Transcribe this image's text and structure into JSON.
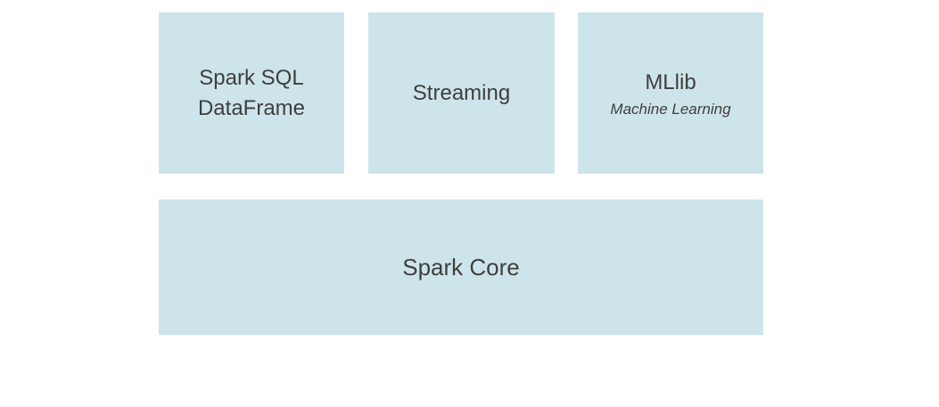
{
  "colors": {
    "box_bg": "#cde4ea",
    "text": "#3f3f3f",
    "page_bg": "#ffffff"
  },
  "diagram": {
    "top_boxes": [
      {
        "title": "Spark SQL\nDataFrame"
      },
      {
        "title": "Streaming"
      },
      {
        "title": "MLlib",
        "subtitle": "Machine Learning"
      }
    ],
    "core": {
      "title": "Spark Core"
    }
  }
}
